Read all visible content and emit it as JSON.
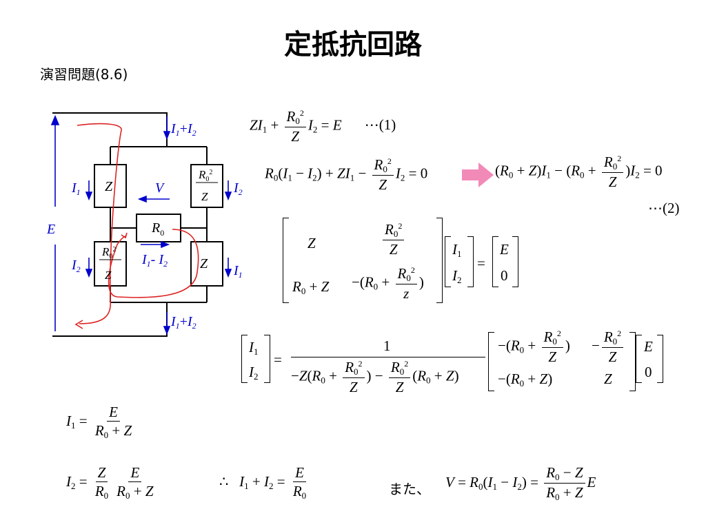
{
  "slide": {
    "title": "定抵抗回路",
    "subtitle": "演習問題(8.6)",
    "mata_label": "また、"
  },
  "circuit": {
    "labels": {
      "top_current": "I1+I2",
      "bottom_current": "I1+I2",
      "left_current": "I1",
      "left2_current": "I2",
      "right_current": "I2",
      "right2_current": "I1",
      "mid_current": "I1- I2",
      "voltage": "V",
      "source": "E",
      "z": "Z",
      "r0": "R0"
    },
    "colors": {
      "wire": "#000000",
      "label_blue": "#0000cc",
      "loop_red": "#dd2222",
      "arrow_pink": "#f28ab8"
    }
  },
  "equations": {
    "eq1_tag": "⋯(1)",
    "eq2_tag": "⋯(2)",
    "rhs_zero": "0",
    "rhs_E": "E",
    "one": "1"
  }
}
